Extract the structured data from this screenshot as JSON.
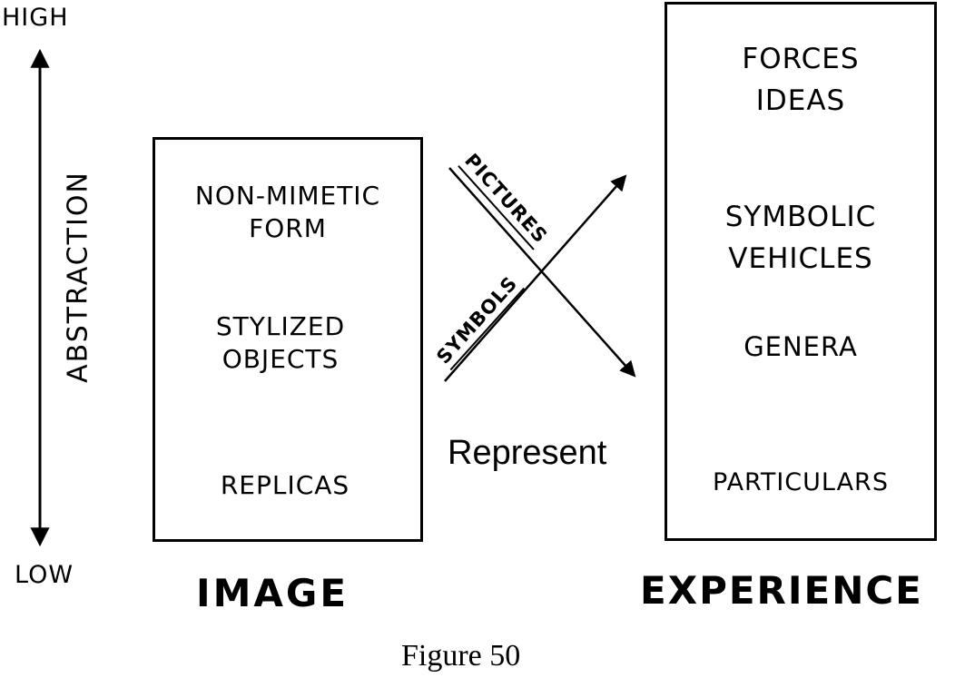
{
  "axis": {
    "high_label": "HIGH",
    "low_label": "LOW",
    "title": "ABSTRACTION"
  },
  "image_box": {
    "items": [
      {
        "line1": "NON-MIMETIC",
        "line2": "FORM"
      },
      {
        "line1": "STYLIZED",
        "line2": "OBJECTS"
      },
      {
        "line1": "REPLICAS",
        "line2": ""
      }
    ],
    "caption": "IMAGE"
  },
  "experience_box": {
    "items": [
      {
        "line1": "FORCES",
        "line2": "IDEAS"
      },
      {
        "line1": "SYMBOLIC",
        "line2": "VEHICLES"
      },
      {
        "line1": "GENERA",
        "line2": ""
      },
      {
        "line1": "PARTICULARS",
        "line2": ""
      }
    ],
    "caption": "EXPERIENCE"
  },
  "connector": {
    "pictures_label": "PICTURES",
    "symbols_label": "SYMBOLS",
    "verb": "Represent"
  },
  "figure_caption": "Figure 50"
}
